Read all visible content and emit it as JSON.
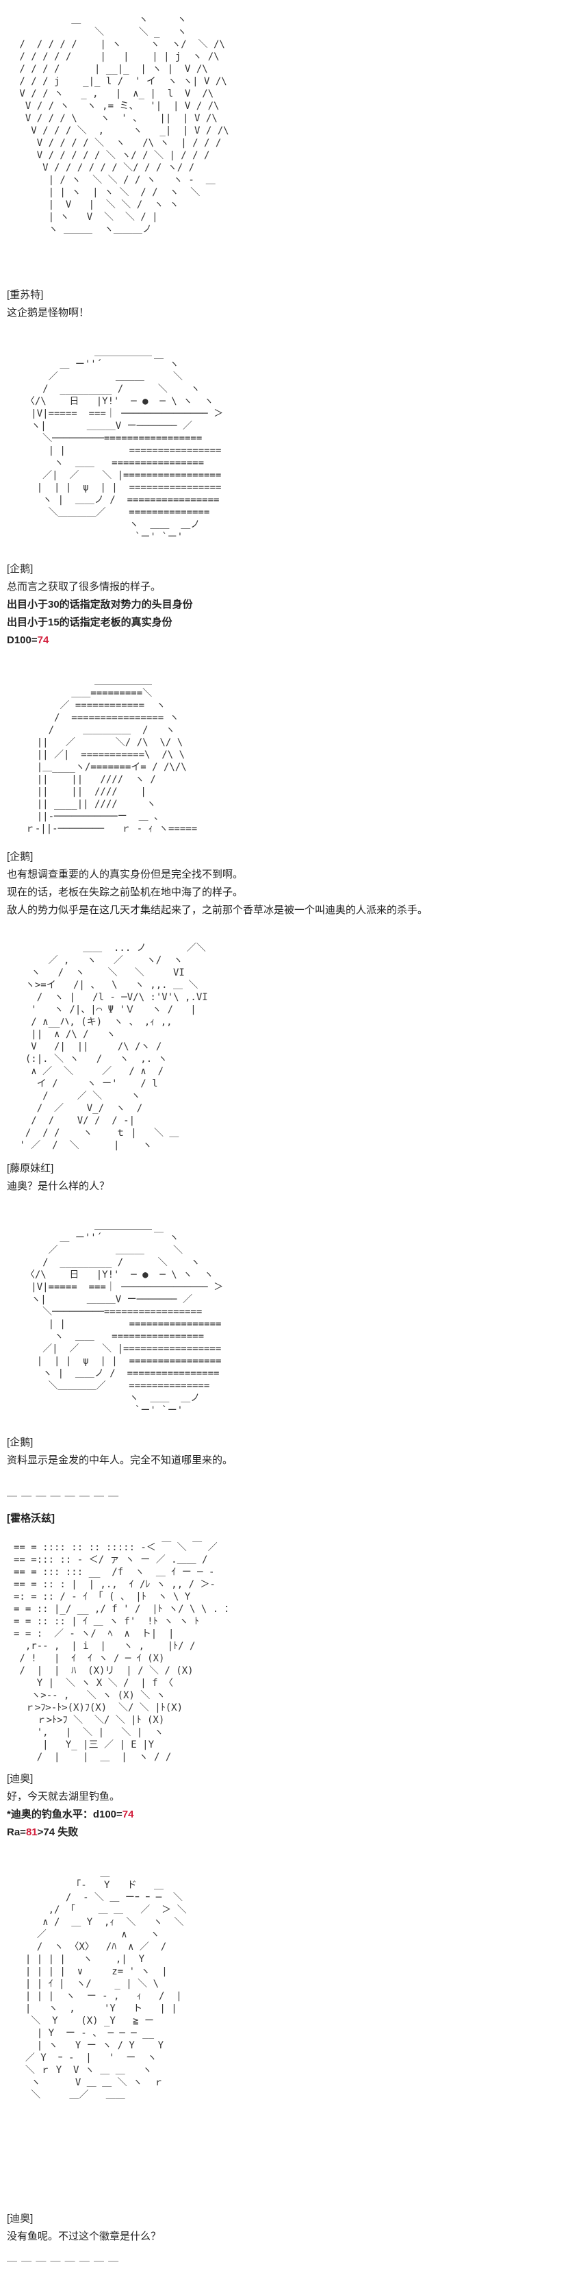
{
  "speakers": {
    "s1": "[重苏特]",
    "s2": "[企鹅]",
    "s3": "[企鹅]",
    "s4": "[藤原妹红]",
    "s5": "[企鹅]",
    "s6": "[霍格沃兹]",
    "s7": "[迪奥]",
    "s8": "[迪奥]"
  },
  "lines": {
    "l1": "这企鹅是怪物啊！",
    "l2": "总而言之获取了很多情报的样子。",
    "l3": "出目小于30的话指定敌对势力的头目身份",
    "l4": "出目小于15的话指定老板的真实身份",
    "l5_a": "D100=",
    "l5_b": "74",
    "l6": "也有想调查重要的人的真实身份但是完全找不到啊。",
    "l7": "现在的话，老板在失踪之前坠机在地中海了的样子。",
    "l8": "敌人的势力似乎是在这几天才集结起来了，之前那个香草冰是被一个叫迪奥的人派来的杀手。",
    "l9": "迪奥？是什么样的人？",
    "l10": "资料显示是金发的中年人。完全不知道哪里来的。",
    "l11": "好，今天就去湖里钓鱼。",
    "l12_a": "*迪奥的钓鱼水平：d100=",
    "l12_b": "74",
    "l13_a": "Ra=",
    "l13_b": "81",
    "l13_c": ">74 失败",
    "l14": "没有鱼呢。不过这个徽章是什么？"
  },
  "dividers": {
    "d1": "— — — — — — — —",
    "d2": "— — — — — — — —"
  },
  "art": {
    "a1": "          ＿          ヽ     ヽ\n              ＼      ＼ _   ヽ\n /  / / / /    | ヽ     ヽ  ヽ/  ＼ /\\\n / / / / /     |   |    | | j  ヽ /\\\n / / / /      | __|_  | ヽ |  V /\\\n / / / j    _|_ l /  ' イ  ヽ ヽ| V /\\\n V / / ヽ   _ ,   |  ∧_ |  l  V  /\\\n  V / / ヽ   ヽ ,= ミ、  '|  | V / /\\\n  V / / / \\    ヽ  ' 、   ||  | V /\\\n   V / / / ＼  ,     ヽ   _|  | V / /\\\n    V / / / / ＼  ヽ   /\\ ヽ  | / / /\n    V / / / / / ＼ ヽ/ / ＼ | / / /\n     V / / / / / / ＼/ / / ヽ/ /\n      | / ヽ  ＼ ＼ / / ヽ   ヽ -  ＿\n      | | ヽ  | ヽ ＼  / /  ヽ  ＼\n      |  V   |  ＼ ＼ /  ヽ ヽ\n      | ヽ   V  ＼  ＼ / |\n      ヽ ＿＿＿  ヽ＿＿＿ノ\n",
    "a2": "              ＿＿＿＿＿＿\n        ＿ ー''´         ￣ ヽ\n      ／          ＿＿＿     ＼\n     /  _________ /      ＼    ヽ\n  〈/\\    日   |Y!'  ─ ●  ─ \\ ヽ  ヽ\n   |V|=====  ===｜ ─────────────── ＞\n   ヽ|       ＿＿＿V ー─────── ／\n     ＼─────────=================\n      | |           ================\n       ヽ  ＿＿   ================\n     ／|  ／    ＼ |=================\n    |  | |  ψ  | |  ================\n     ヽ |  ＿＿ノ /  ================\n      ＼＿＿＿＿／    ==============\n                    ヽ  ＿＿  ＿ノ\n                     `ー' `ー'\n",
    "a3": "              ＿＿＿＿＿＿\n          ＿＿=========＼\n        ／ ============  ヽ\n       /  ================ ヽ\n      /     ＿＿＿＿＿  /   ヽ\n    ||   ／       ＼/ /\\  \\/ \\\n    || ／|  ===========\\  /\\ \\\n    |＿____ヽ/=======イ= / /\\/\\\n    ||    ||   ////  ヽ /\n    ||    ||  ////    |\n    || ____|| ////     ヽ\n    ||‐───────────ー  ＿ 、\n  ｒ-||‐────────   ｒ ‐ ｨ ヽ=====\n",
    "a4": "            ＿＿  ... ノ       ／＼\n      ／ ,   ヽ   ／    ヽ/  ヽ\n   ヽ   /  ヽ    ＼   ＼     VI\n  ヽ>=イ   /| 、  \\   ヽ ,,. ＿ ＼\n    /  ヽ |   /l ‐ ─V/\\ :'V'\\ ,.VI\n   '   ヽ /|、|⌒ Ψ 'Ｖ   ヽ /   |\n   / ∧__ハ, (キ)  ヽ 、 ,ｨ ,,\n   ||  ∧ /\\ /   ヽ  \n   V   /|  ||     /\\ /ヽ /\n  (:|. ＼ ヽ   /   ヽ  ,. ヽ\n   ∧ ／  ＼     ／   / ∧  /\n    イ /     ヽ ー'    / l\n     /     ／ ＼     ヽ \n    /  ／    V_/  ヽ  /\n   /  /    V/ /  / ‐|\n  /  / /    ヽ    ｔ |   ＼ ＿\n ' ／  /  ＼      |    ヽ \n",
    "a5": "              ＿＿＿＿＿＿\n        ＿ ー''´         ￣ ヽ\n      ／          ＿＿＿     ＼\n     /  _________ /      ＼    ヽ\n  〈/\\    日   |Y!'  ─ ●  ─ \\ ヽ  ヽ\n   |V|=====  ===｜ ─────────────── ＞\n   ヽ|       ＿＿＿V ー─────── ／\n     ＼─────────=================\n      | |           ================\n       ヽ  ＿＿   ================\n     ／|  ／    ＼ |=================\n    |  | |  ψ  | |  ================\n     ヽ |  ＿＿ノ /  ================\n      ＼＿＿＿＿／    ==============\n                    ヽ  ＿＿  ＿ノ\n                     `ー' `ー'\n",
    "a6": "== = :::: :: :: ::::: ‐＜ ￣ ＼ ￣ ／\n== =::: :: ‐ ＜/ ァ ヽ ー ／ .＿＿ /\n== = ::: ::: __  /f  ヽ  ＿ ｲ ー ─ ‐\n== = :: : |  | ,.,  ｲ /ﾚ ヽ ,, / ＞‐\n=: = :: / ‐ ｲ 「 ( 、 |ﾄ  ヽ \\ Y\n= = :: |_/ __ ,/ f ' /  |ﾄ ヽ/ \\ \\ . ：\n= = :: :: | ｲ ＿ ヽ f'  !ﾄ ヽ ヽ ﾄ\n= = :  ／ ‐ ヽ/  ﾍ  ∧  ト|  |\n  ,r-‐ ,  | i  |   ヽ ,    |ﾄ/ /\n / !   |  ｲ  ｲ ヽ / ─ ｲ (X)\n /  |  |  ﾊ  (X)リ  | / ＼ / (X)\n    Y |  ＼ ヽ X ＼ /  | f 〈\n   ヽ>-‐ ,   ＼ ヽ (X) ＼ ヽ\n  ｒ>ﾌ>-ﾄ>(X)ﾌ(X)  ＼/ ＼ |ﾄ(X)\n    ｒ>ﾄ>ﾌ ＼  ＼/ ＼ |ﾄ (X)\n    ',   |  ＼ |   ＼ |  ヽ\n     |   Y_ |三 ／ | E |Y\n    /  |    |  ＿  |  ヽ / /\n",
    "a7": "               ＿\n          「‐   Y   ド   ＿\n         /  ‐ ＼ ＿ ーｰ ｰ ─  ＼\n      ,/ 「    ＿ ＿   ／  ＞ ＼\n     ∧ /  ＿ Y  ,ｨ  ＼   ヽ  ＼\n    ／             ∧    ヽ\n    /  ヽ 〈X〉  /ﾊ  ∧ ／  /\n  | | | |   ヽ    ,|  Y\n  | | | |  ∨     z= ' ヽ  |\n  | | ｲ |  ヽ/    _ | ＼ \\\n  | | |  ヽ  ー ‐ ,   ｨ   /  |\n  |   ヽ  ,     'Y   ト   | |\n   ＼  Y    (X) _Y   ≧ ー\n    | Y  ー ‐ 、 ─ ─ ─ __\n    | ヽ   Y ー ヽ / Y    Y\n  ／ Y  ｰ ‐  |   '  ー  ヽ\n  ＼ ｒ Y  V ヽ ＿ ＿   ヽ\n   ヽ      V ＿ ＿ ＼ ヽ  ｒ\n   ＼     ＿／   ＿＿\n"
  }
}
